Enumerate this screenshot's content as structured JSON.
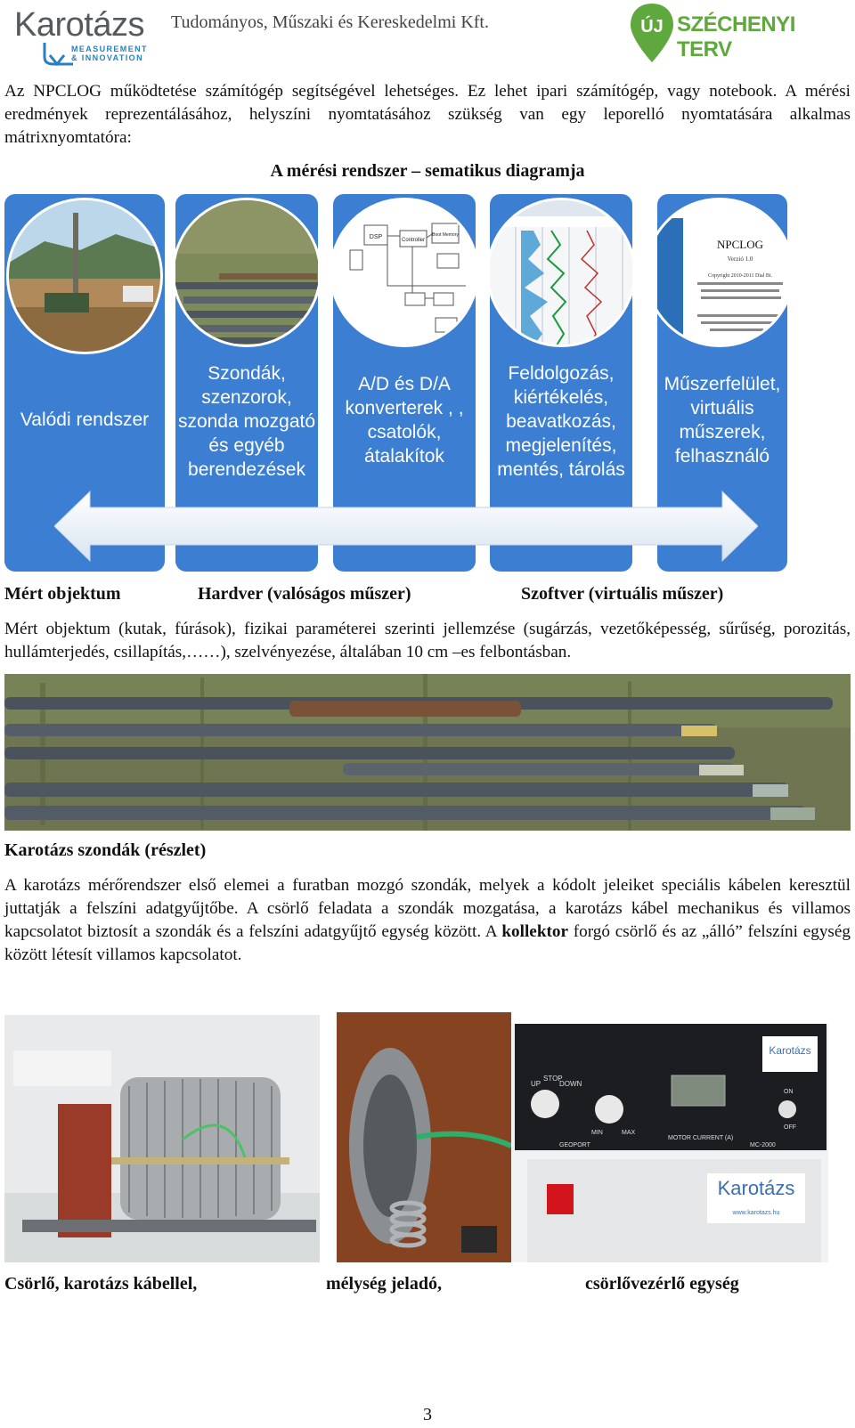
{
  "header": {
    "logo_text": "Karotázs",
    "logo_sub_1": "MEASUREMENT",
    "logo_sub_2": "& INNOVATION",
    "company": "Tudományos, Műszaki és Kereskedelmi Kft.",
    "szt_prefix": "ÚJ",
    "szt_text": "SZÉCHENYI TERV"
  },
  "intro": "Az NPCLOG működtetése számítógép segítségével lehetséges. Ez lehet ipari számítógép, vagy notebook. A mérési eredmények reprezentálásához, helyszíni nyomtatásához szükség van egy leporelló nyomtatására alkalmas mátrixnyomtatóra:",
  "diagram": {
    "title": "A mérési rendszer – sematikus diagramja",
    "columns": [
      {
        "label_lines": [
          "Valódi rendszer"
        ]
      },
      {
        "label_lines": [
          "Szondák,",
          "szenzorok,",
          "szonda mozgató",
          "és egyéb",
          "berendezések"
        ]
      },
      {
        "label_lines": [
          "A/D és D/A",
          "konverterek , ,",
          "csatolók,",
          "átalakítok"
        ]
      },
      {
        "label_lines": [
          "Feldolgozás,",
          "kiértékelés,",
          "beavatkozás,",
          "megjelenítés,",
          "mentés, tárolás"
        ]
      },
      {
        "label_lines": [
          "Műszerfelület,",
          "virtuális",
          "műszerek,",
          "felhasználó"
        ]
      }
    ],
    "circle_texts": {
      "dsp": "DSP",
      "controller": "Controller",
      "boot": "Boot Memory",
      "npclog": "NPCLOG",
      "npclog_ver": "Verzió 1.0",
      "npclog_copy": "Copyright 2010-2011 Dial Bt."
    },
    "captions": {
      "left": "Mért objektum",
      "mid": "Hardver (valóságos műszer)",
      "right": "Szoftver (virtuális műszer)"
    }
  },
  "para2": "Mért objektum (kutak, fúrások), fizikai paraméterei szerinti jellemzése (sugárzás, vezetőképesség, sűrűség, porozitás, hullámterjedés, csillapítás,……), szelvényezése, általában 10 cm –es felbontásban.",
  "probes_caption": "Karotázs szondák (részlet)",
  "para3_a": "A karotázs mérőrendszer első elemei a furatban mozgó szondák, melyek a kódolt jeleiket speciális kábelen keresztül juttatják a felszíni adatgyűjtőbe. A csörlő feladata a szondák mozgatása, a karotázs kábel mechanikus és villamos kapcsolatot biztosít a szondák és a felszíni adatgyűjtő egység között. A ",
  "para3_bold": "kollektor",
  "para3_b": " forgó csörlő és az „álló” felszíni egység között létesít villamos kapcsolatot.",
  "device": {
    "up": "UP",
    "stop": "STOP",
    "down": "DOWN",
    "min": "MIN",
    "max": "MAX",
    "on": "ON",
    "off": "OFF",
    "geoport": "GEOPORT",
    "motor": "MOTOR CURRENT (A)",
    "model": "MC-2000",
    "brand": "Karotázs",
    "brand_url": "www.karotazs.hu"
  },
  "bottom_captions": {
    "left": "Csörlő, karotázs kábellel,",
    "mid": "mélység jeladó,",
    "right": "csörlővezérlő egység"
  },
  "page_number": "3"
}
